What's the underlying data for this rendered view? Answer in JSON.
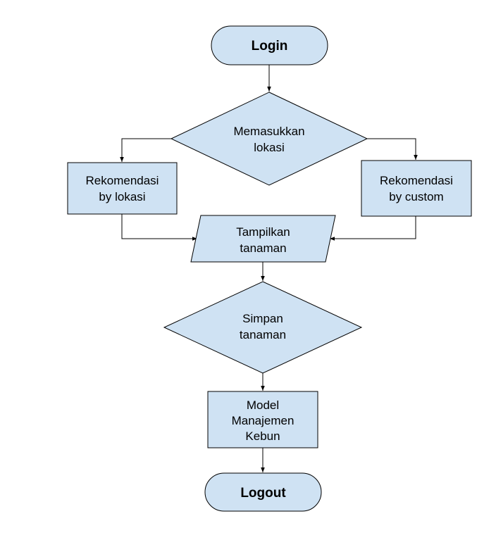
{
  "flowchart": {
    "nodes": {
      "login": {
        "line1": "Login"
      },
      "input_location": {
        "line1": "Memasukkan",
        "line2": "lokasi"
      },
      "recommend_location": {
        "line1": "Rekomendasi",
        "line2": "by lokasi"
      },
      "recommend_custom": {
        "line1": "Rekomendasi",
        "line2": "by custom"
      },
      "show_plants": {
        "line1": "Tampilkan",
        "line2": "tanaman"
      },
      "save_plants": {
        "line1": "Simpan",
        "line2": "tanaman"
      },
      "garden_model": {
        "line1": "Model",
        "line2": "Manajemen",
        "line3": "Kebun"
      },
      "logout": {
        "line1": "Logout"
      }
    },
    "colors": {
      "node_fill": "#cfe2f3",
      "stroke": "#000000",
      "background": "#ffffff"
    }
  }
}
